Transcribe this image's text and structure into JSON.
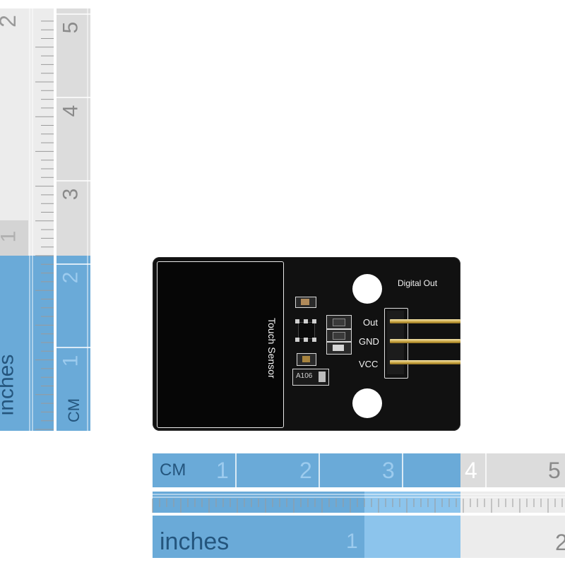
{
  "board": {
    "label_touch": "Touch Sensor",
    "label_digital": "Digital Out",
    "pin_labels": [
      "Out",
      "GND",
      "VCC"
    ],
    "chip_marking": "A106"
  },
  "ruler_left": {
    "inch_digits": [
      "2",
      "1"
    ],
    "inch_unit": "inches",
    "cm_digits": [
      "5",
      "4",
      "3",
      "2",
      "1"
    ],
    "cm_unit": "CM"
  },
  "ruler_bottom": {
    "cm_unit": "CM",
    "cm_digits": [
      "1",
      "2",
      "3",
      "4",
      "5"
    ],
    "inch_unit": "inches",
    "inch_digits": [
      "1",
      "2"
    ]
  },
  "colors": {
    "ruler_blue": "#6aaad8",
    "ruler_blue_light": "#8cc4ec",
    "ruler_gray": "#dcdcdc",
    "ruler_gray_light": "#ececec",
    "board": "#111111"
  }
}
